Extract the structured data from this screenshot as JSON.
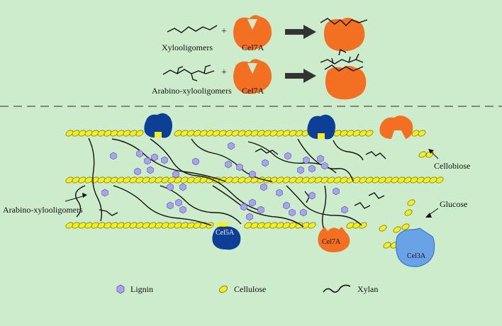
{
  "background": "#cdeccb",
  "colors": {
    "cellulose": "#f5f01a",
    "lignin": "#a8a4ee",
    "cel7a": "#f36f21",
    "cel5a": "#0d3f96",
    "cel3a": "#6aa2e8",
    "xylan": "#111111",
    "divider": "#666666"
  },
  "reactions": {
    "row1": {
      "substrate_label": "Xylooligomers",
      "plus": "+",
      "enzyme_label": "Cel7A"
    },
    "row2": {
      "substrate_label": "Arabino-xylooligomers",
      "plus": "+",
      "enzyme_label": "Cel7A"
    }
  },
  "labels": {
    "cellobiose": "Cellobiose",
    "glucose": "Glucose",
    "arabino_xylooligomers": "Arabino-xylooligomers",
    "cel5a": "Cel5A",
    "cel7a": "Cel7A",
    "cel3a": "Cel3A"
  },
  "legend": [
    {
      "icon": "lignin-hexagon-icon",
      "label": "Lignin"
    },
    {
      "icon": "cellulose-ellipse-icon",
      "label": "Cellulose"
    },
    {
      "icon": "xylan-wave-icon",
      "label": "Xylan"
    }
  ]
}
